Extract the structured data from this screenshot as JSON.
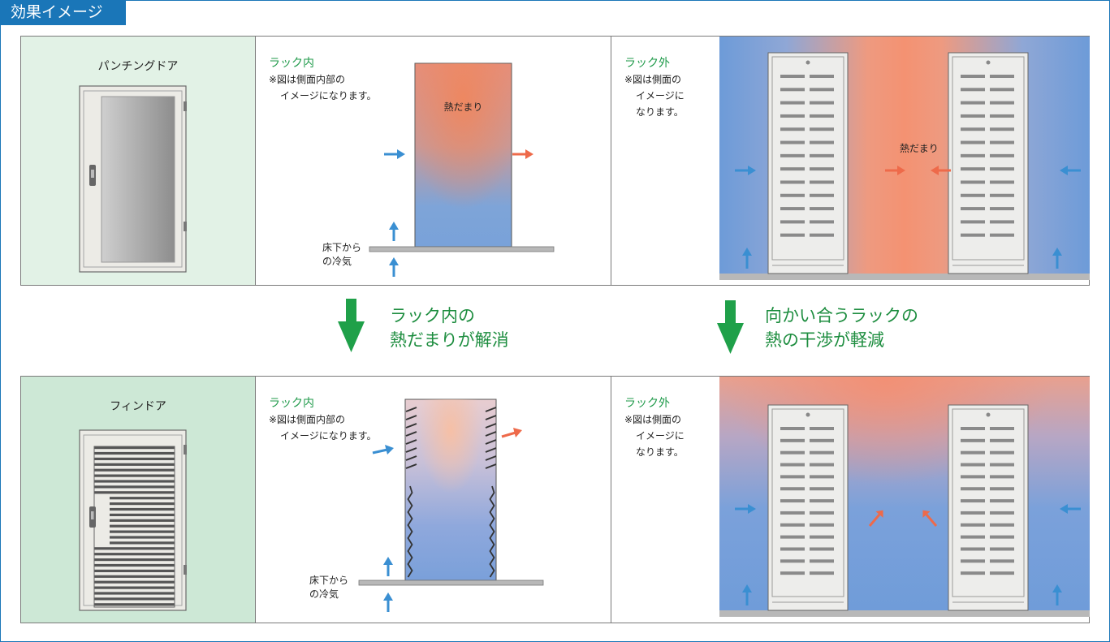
{
  "header": {
    "title": "効果イメージ"
  },
  "colors": {
    "accent_blue": "#1a76b8",
    "green_text": "#1f9a4a",
    "cool_blue": "#3a8fd2",
    "warm_red": "#ee6a4a"
  },
  "rows": [
    {
      "door_label": "パンチングドア",
      "inside": {
        "title": "ラック内",
        "note_line1": "※図は側面内部の",
        "note_line2": "イメージになります。",
        "hot_label": "熱だまり",
        "floor_line1": "床下から",
        "floor_line2": "の冷気"
      },
      "outside": {
        "title": "ラック外",
        "note_line1": "※図は側面の",
        "note_line2": "イメージに",
        "note_line3": "なります。",
        "hot_label": "熱だまり"
      }
    },
    {
      "door_label": "フィンドア",
      "inside": {
        "title": "ラック内",
        "note_line1": "※図は側面内部の",
        "note_line2": "イメージになります。",
        "floor_line1": "床下から",
        "floor_line2": "の冷気"
      },
      "outside": {
        "title": "ラック外",
        "note_line1": "※図は側面の",
        "note_line2": "イメージに",
        "note_line3": "なります。"
      }
    }
  ],
  "effects": [
    {
      "line1": "ラック内の",
      "line2": "熱だまりが解消",
      "icon": "down-arrow-icon"
    },
    {
      "line1": "向かい合うラックの",
      "line2": "熱の干渉が軽減",
      "icon": "down-arrow-icon"
    }
  ]
}
